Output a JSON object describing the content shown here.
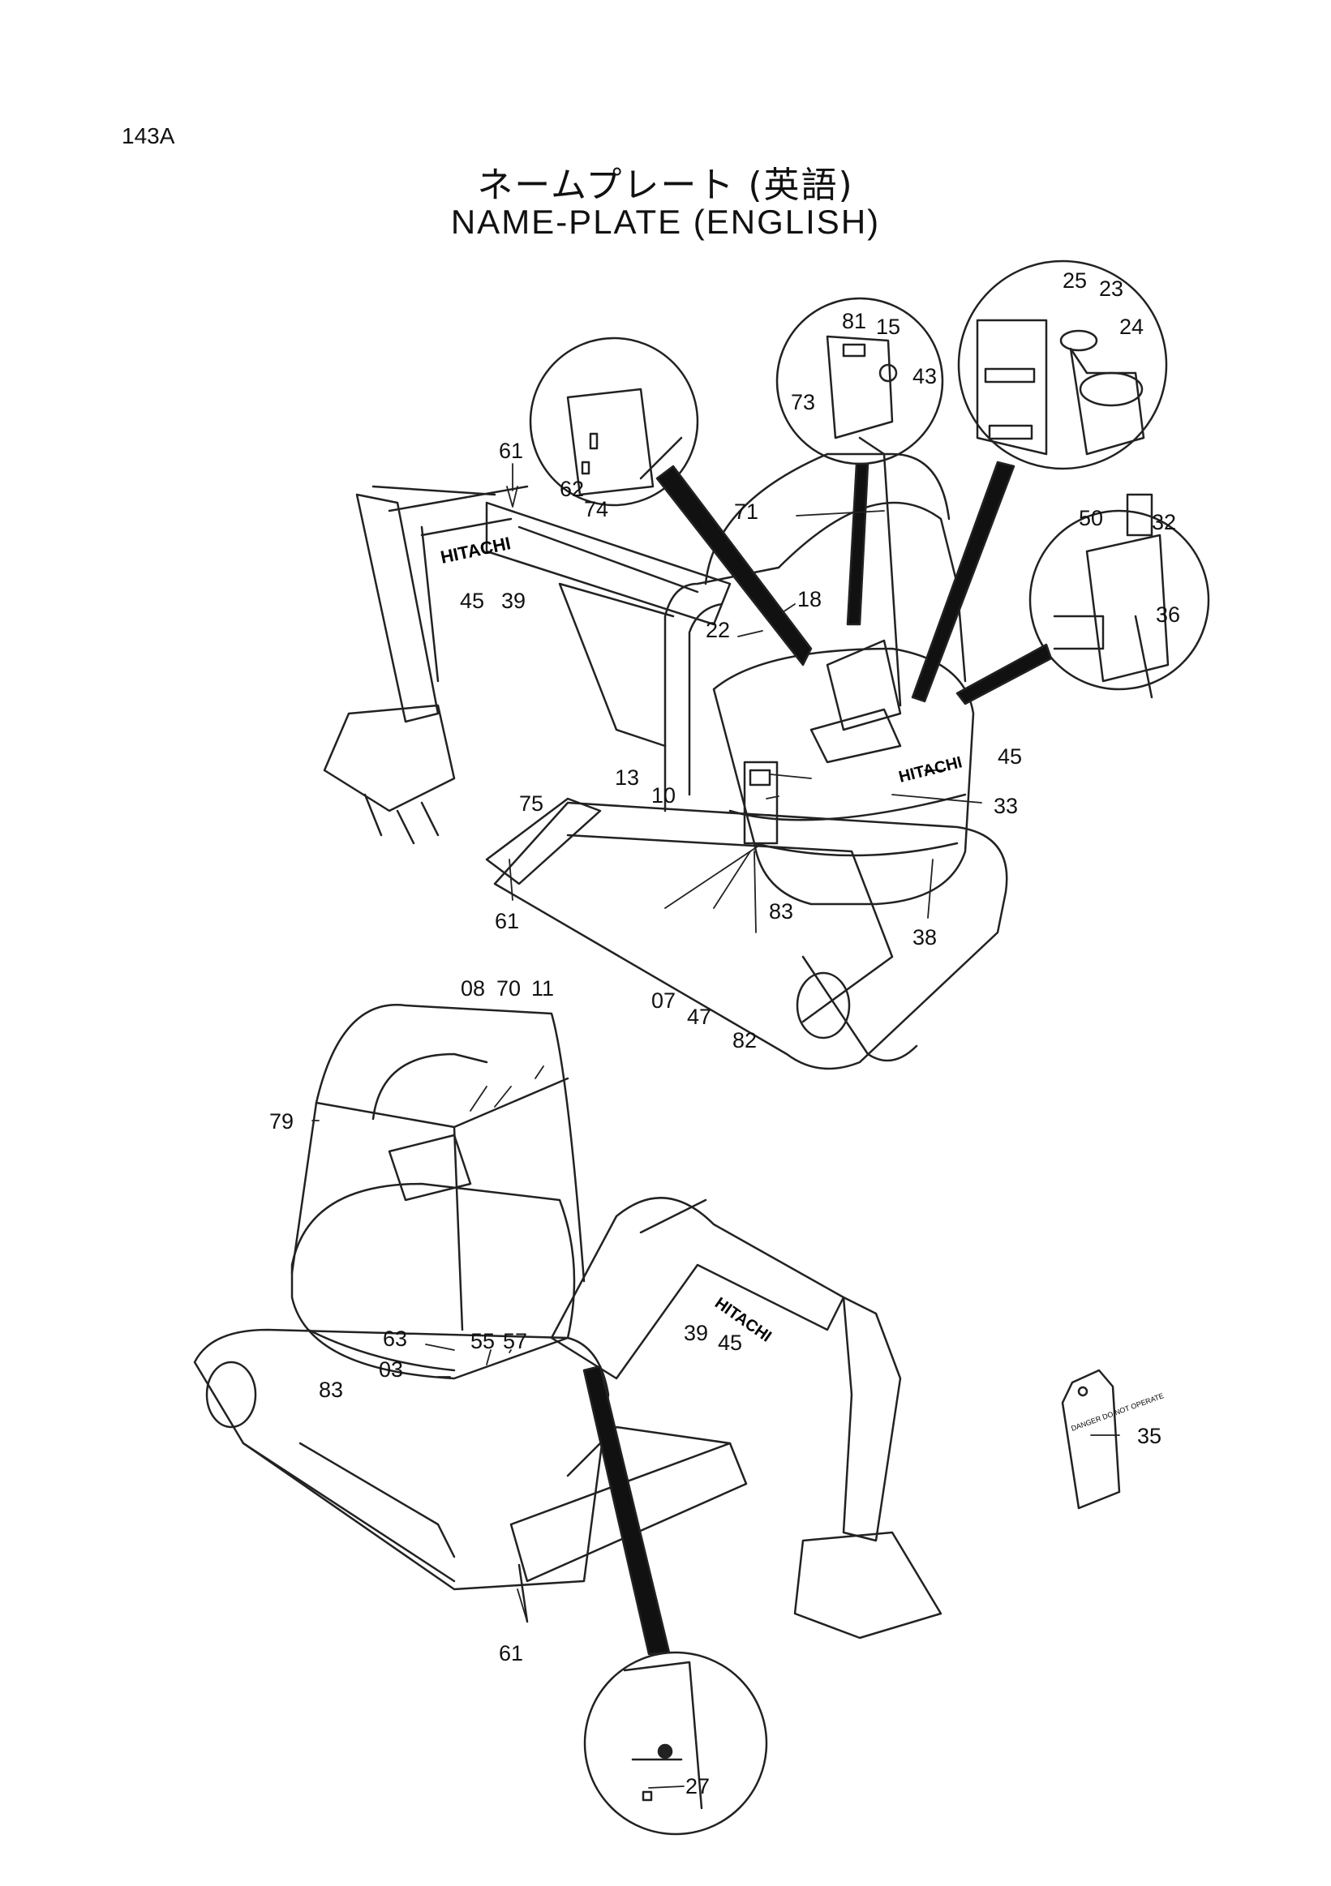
{
  "page_number": "143A",
  "title_japanese": "ネームプレート (英語)",
  "title_english": "NAME-PLATE (ENGLISH)",
  "brand_text": "HITACHI",
  "tag_text": "DANGER DO NOT OPERATE",
  "callouts": [
    "61",
    "62",
    "74",
    "45",
    "39",
    "81",
    "15",
    "43",
    "73",
    "25",
    "23",
    "24",
    "71",
    "18",
    "22",
    "50",
    "32",
    "36",
    "13",
    "10",
    "75",
    "45",
    "33",
    "83",
    "38",
    "61",
    "07",
    "47",
    "82",
    "08",
    "70",
    "11",
    "79",
    "63",
    "55",
    "57",
    "03",
    "83",
    "39",
    "45",
    "35",
    "61",
    "27"
  ]
}
